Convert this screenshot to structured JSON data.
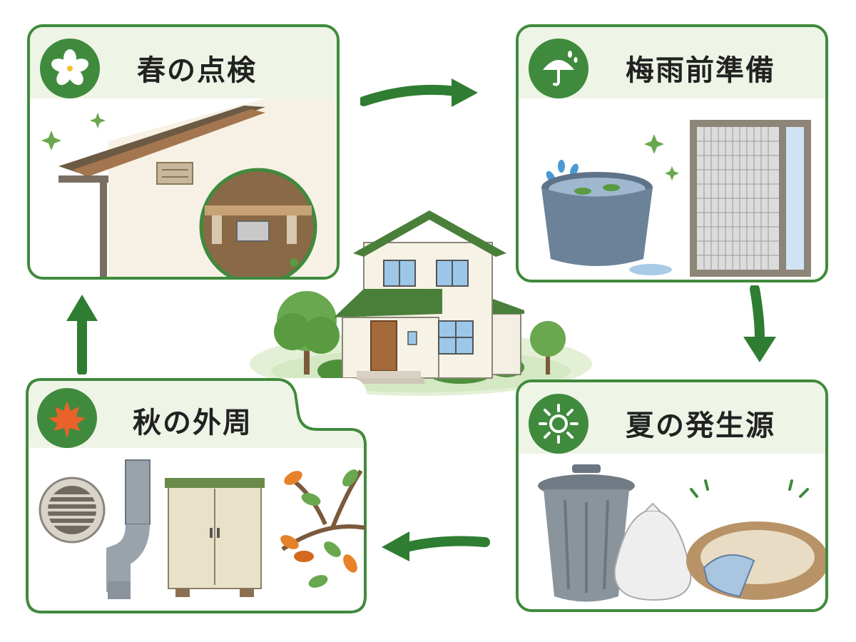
{
  "cards": {
    "spring": {
      "title": "春の点検",
      "icon": "sakura-icon"
    },
    "rainy": {
      "title": "梅雨前準備",
      "icon": "umbrella-icon"
    },
    "summer": {
      "title": "夏の発生源",
      "icon": "sun-icon"
    },
    "autumn": {
      "title": "秋の外周",
      "icon": "maple-leaf-icon"
    }
  },
  "colors": {
    "accent": "#3f8a3d",
    "header_bg": "#eef5e6",
    "arrow": "#2e7d32"
  }
}
